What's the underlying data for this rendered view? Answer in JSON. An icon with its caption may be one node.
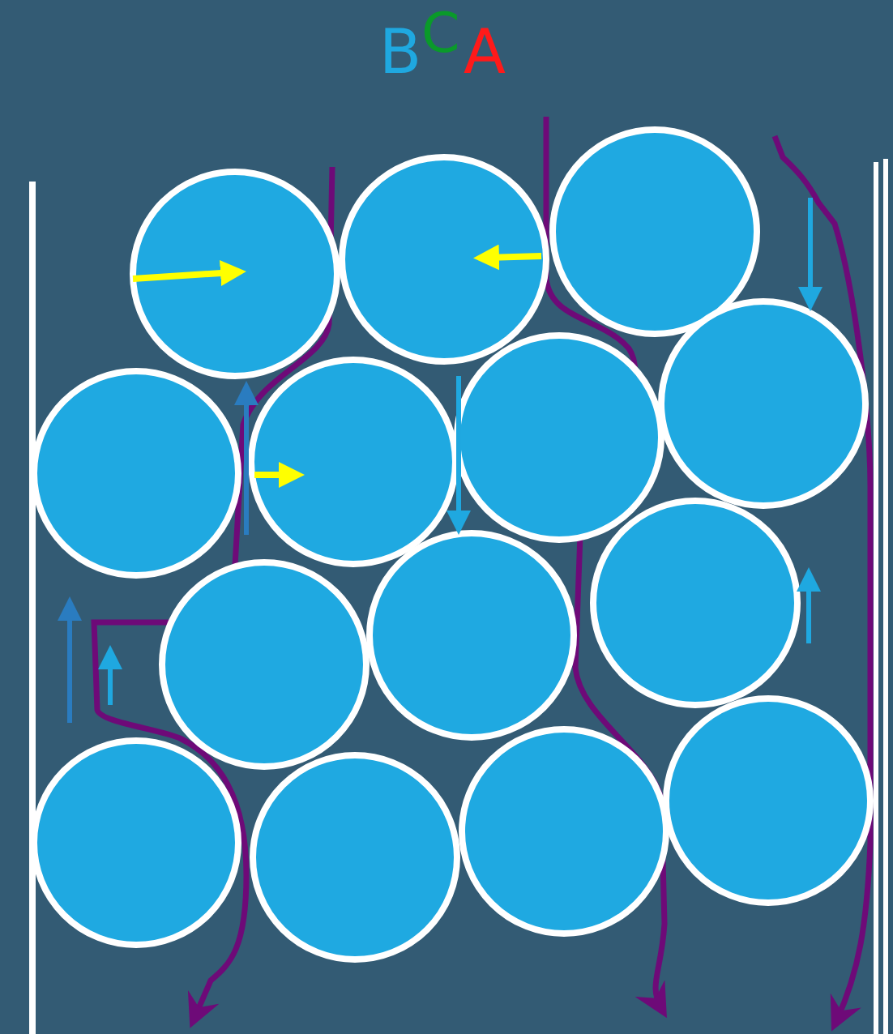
{
  "diagram": {
    "labels": [
      "B",
      "C",
      "A"
    ]
  }
}
